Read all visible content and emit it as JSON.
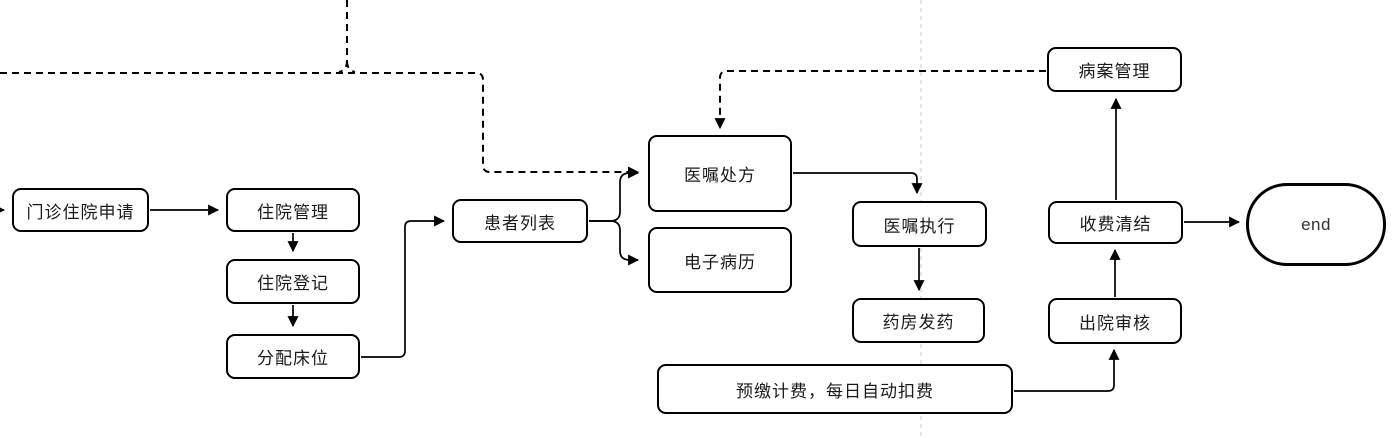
{
  "diagram": {
    "type": "flowchart",
    "language": "zh-CN",
    "nodes": {
      "outpatient_admission_request": {
        "label": "门诊住院申请",
        "shape": "rounded-rect"
      },
      "admission_management": {
        "label": "住院管理",
        "shape": "rounded-rect"
      },
      "admission_registration": {
        "label": "住院登记",
        "shape": "rounded-rect"
      },
      "bed_assignment": {
        "label": "分配床位",
        "shape": "rounded-rect"
      },
      "patient_list": {
        "label": "患者列表",
        "shape": "rounded-rect"
      },
      "doctor_order_prescription": {
        "label": "医嘱处方",
        "shape": "rounded-rect"
      },
      "electronic_medical_record": {
        "label": "电子病历",
        "shape": "rounded-rect"
      },
      "doctor_order_execution": {
        "label": "医嘱执行",
        "shape": "rounded-rect"
      },
      "pharmacy_dispensing": {
        "label": "药房发药",
        "shape": "rounded-rect"
      },
      "prepaid_billing": {
        "label": "预缴计费，每日自动扣费",
        "shape": "rounded-rect"
      },
      "discharge_review": {
        "label": "出院审核",
        "shape": "rounded-rect"
      },
      "billing_settlement": {
        "label": "收费清结",
        "shape": "rounded-rect"
      },
      "medical_records_management": {
        "label": "病案管理",
        "shape": "rounded-rect"
      },
      "end_node": {
        "label": "end",
        "shape": "terminator"
      }
    },
    "edges": [
      {
        "from": "offscreen-left",
        "to": "outpatient_admission_request",
        "style": "solid-arrow"
      },
      {
        "from": "outpatient_admission_request",
        "to": "admission_management",
        "style": "solid-arrow"
      },
      {
        "from": "admission_management",
        "to": "admission_registration",
        "style": "solid-arrow"
      },
      {
        "from": "admission_registration",
        "to": "bed_assignment",
        "style": "solid-arrow"
      },
      {
        "from": "bed_assignment",
        "to": "patient_list",
        "style": "solid-arrow"
      },
      {
        "from": "patient_list",
        "to": "doctor_order_prescription",
        "style": "solid-arrow"
      },
      {
        "from": "patient_list",
        "to": "electronic_medical_record",
        "style": "solid-arrow"
      },
      {
        "from": "offscreen-top-left",
        "to": "doctor_order_prescription",
        "style": "dashed-arrow"
      },
      {
        "from": "medical_records_management",
        "to": "doctor_order_prescription",
        "style": "dashed-arrow"
      },
      {
        "from": "doctor_order_prescription",
        "to": "doctor_order_execution",
        "style": "solid-arrow"
      },
      {
        "from": "doctor_order_execution",
        "to": "pharmacy_dispensing",
        "style": "solid-arrow"
      },
      {
        "from": "prepaid_billing",
        "to": "discharge_review",
        "style": "solid-arrow"
      },
      {
        "from": "discharge_review",
        "to": "billing_settlement",
        "style": "solid-arrow"
      },
      {
        "from": "billing_settlement",
        "to": "medical_records_management",
        "style": "solid-arrow"
      },
      {
        "from": "billing_settlement",
        "to": "end_node",
        "style": "solid-arrow"
      }
    ],
    "colors": {
      "node_border": "#000000",
      "node_fill": "#ffffff",
      "edge": "#000000",
      "text": "#1a1a1a",
      "guide_line": "#c8c8c8",
      "background": "#ffffff"
    }
  }
}
